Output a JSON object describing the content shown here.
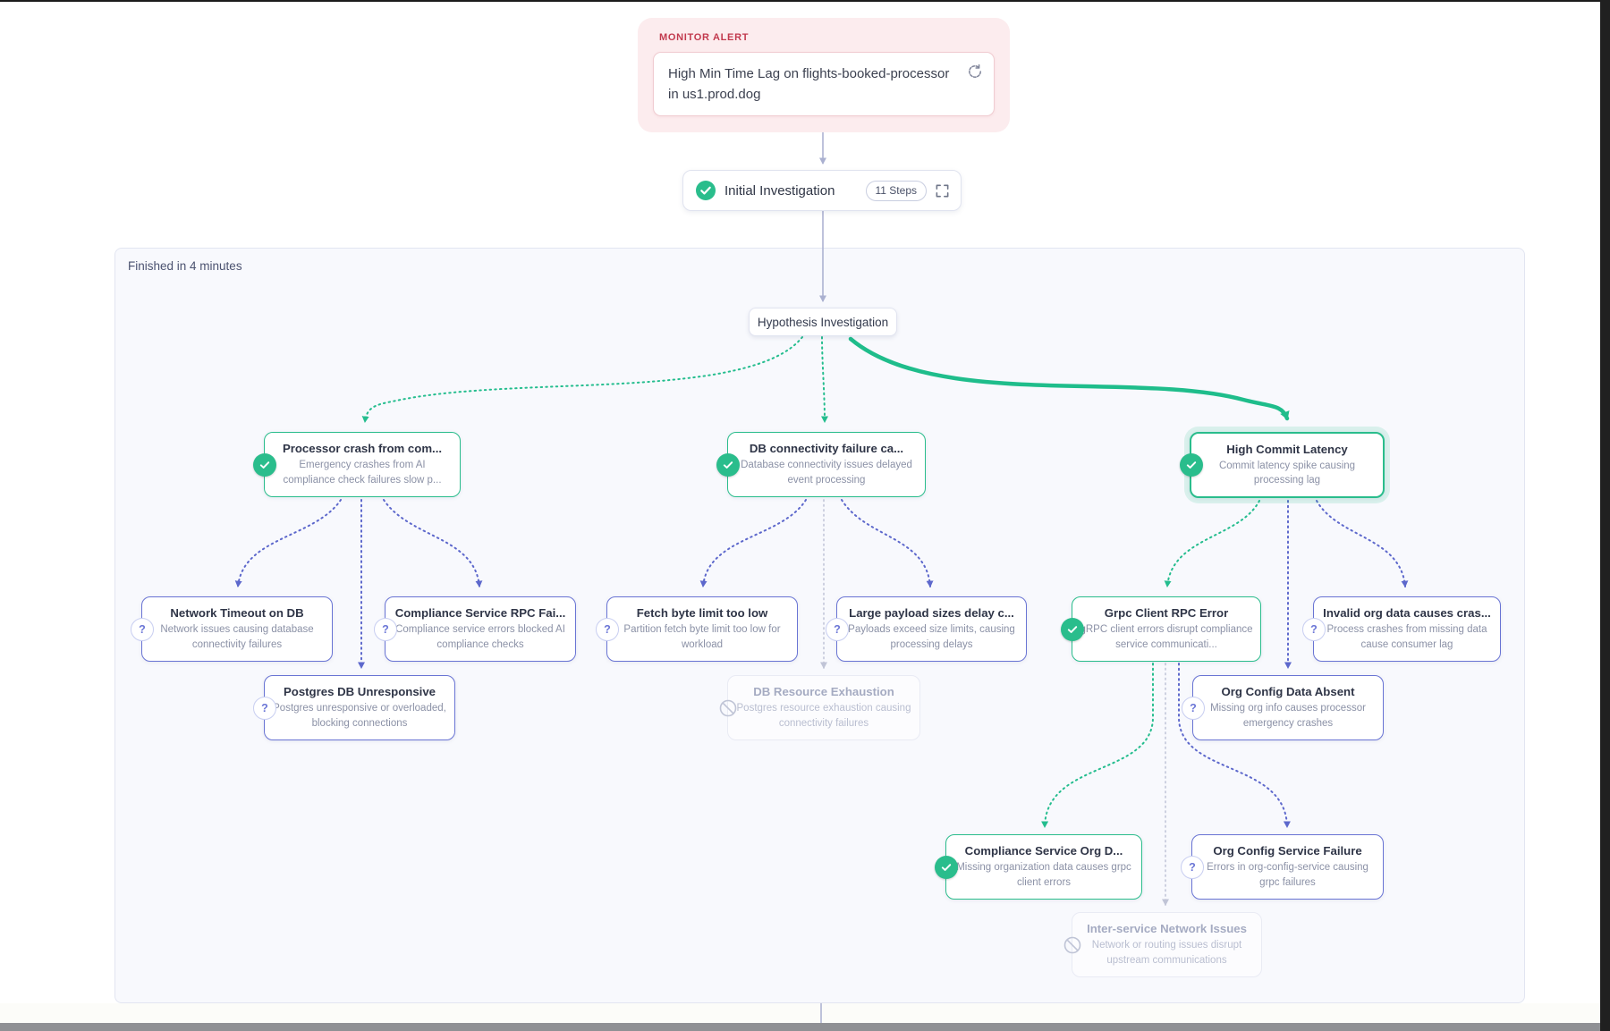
{
  "monitor_alert": {
    "label": "MONITOR ALERT",
    "message": "High Min Time Lag on flights-booked-processor in us1.prod.dog"
  },
  "flow": {
    "initial": {
      "title": "Initial Investigation",
      "steps_badge": "11 Steps"
    },
    "panel_status": "Finished in 4 minutes",
    "root": {
      "title": "Hypothesis Investigation"
    }
  },
  "nodes": {
    "processor_crash": {
      "title": "Processor crash from com...",
      "desc": "Emergency crashes from AI compliance check failures slow p...",
      "status": "confirmed",
      "icon": "check-icon"
    },
    "db_connectivity": {
      "title": "DB connectivity failure ca...",
      "desc": "Database connectivity issues delayed event processing",
      "status": "confirmed",
      "icon": "check-icon"
    },
    "high_commit_latency": {
      "title": "High Commit Latency",
      "desc": "Commit latency spike causing processing lag",
      "status": "confirmed",
      "icon": "check-icon"
    },
    "network_timeout": {
      "title": "Network Timeout on DB",
      "desc": "Network issues causing database connectivity failures",
      "status": "open",
      "icon": "question-icon"
    },
    "compliance_rpc": {
      "title": "Compliance Service RPC Fai...",
      "desc": "Compliance service errors blocked AI compliance checks",
      "status": "open",
      "icon": "question-icon"
    },
    "postgres_unresponsive": {
      "title": "Postgres DB Unresponsive",
      "desc": "Postgres unresponsive or overloaded, blocking connections",
      "status": "open",
      "icon": "question-icon"
    },
    "fetch_byte_limit": {
      "title": "Fetch byte limit too low",
      "desc": "Partition fetch byte limit too low for workload",
      "status": "open",
      "icon": "question-icon"
    },
    "large_payload": {
      "title": "Large payload sizes delay c...",
      "desc": "Payloads exceed size limits, causing processing delays",
      "status": "open",
      "icon": "question-icon"
    },
    "db_resource_exhaustion": {
      "title": "DB Resource Exhaustion",
      "desc": "Postgres resource exhaustion causing connectivity failures",
      "status": "ruled-out",
      "icon": "blocked-icon"
    },
    "grpc_client_error": {
      "title": "Grpc Client RPC Error",
      "desc": "gRPC client errors disrupt compliance service communicati...",
      "status": "confirmed",
      "icon": "check-icon"
    },
    "invalid_org_data": {
      "title": "Invalid org data causes cras...",
      "desc": "Process crashes from missing data cause consumer lag",
      "status": "open",
      "icon": "question-icon"
    },
    "org_config_absent": {
      "title": "Org Config Data Absent",
      "desc": "Missing org info causes processor emergency crashes",
      "status": "open",
      "icon": "question-icon"
    },
    "compliance_org_data": {
      "title": "Compliance Service Org D...",
      "desc": "Missing organization data causes grpc client errors",
      "status": "confirmed",
      "icon": "check-icon"
    },
    "org_config_failure": {
      "title": "Org Config Service Failure",
      "desc": "Errors in org-config-service causing grpc failures",
      "status": "open",
      "icon": "question-icon"
    },
    "interservice_network": {
      "title": "Inter-service Network Issues",
      "desc": "Network or routing issues disrupt upstream communications",
      "status": "ruled-out",
      "icon": "blocked-icon"
    }
  },
  "glyphs": {
    "question": "?"
  },
  "colors": {
    "accent_green": "#2abd8c",
    "accent_indigo": "#6974d4",
    "alert_red": "#c23a4e",
    "disabled_gray": "#b9bed0",
    "panel_bg": "#f8f9fd"
  }
}
